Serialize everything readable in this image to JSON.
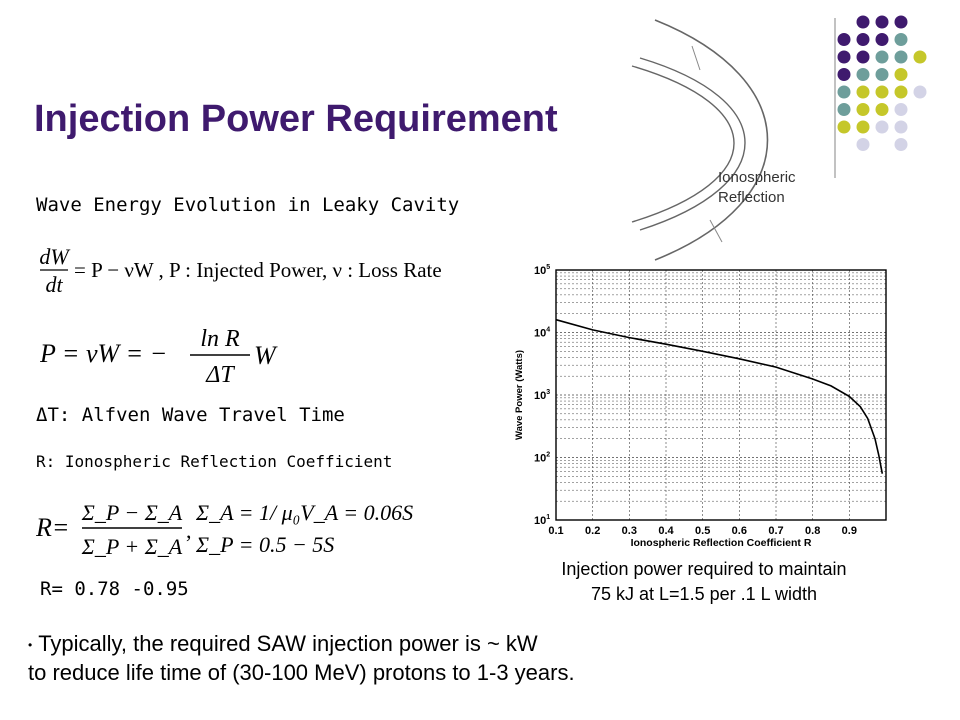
{
  "slide": {
    "title": "Injection Power Requirement",
    "subtitle": "Wave Energy Evolution in Leaky Cavity",
    "delta_t_text": "ΔT: Alfven Wave Travel Time",
    "r_text": "R: Ionospheric Reflection Coefficient",
    "r_range": "R= 0.78 -0.95",
    "ionospheric_label_line1": "Ionospheric",
    "ionospheric_label_line2": "Reflection",
    "caption_line1": "Injection power required to maintain",
    "caption_line2": "75 kJ at L=1.5 per .1 L width",
    "bullet_line1": "Typically, the required SAW injection power is    ~ kW",
    "bullet_line2": "to reduce life time of (30-100 MeV) protons to 1-3 years."
  },
  "equations": {
    "eq1_dW": "dW",
    "eq1_dt": "dt",
    "eq1_rhs": "= P − νW , P : Injected Power, ν : Loss Rate",
    "eq2_lhs": "P = νW = −",
    "eq2_num": "ln R",
    "eq2_den": "ΔT",
    "eq2_w": "W",
    "eq3_lhs": "R=",
    "eq3_num": "Σ_P − Σ_A",
    "eq3_den": "Σ_P + Σ_A",
    "eq3_comma": ",",
    "eq3_line1": "Σ_A = 1/ μ₀V_A = 0.06S",
    "eq3_line2": "Σ_P = 0.5 − 5S"
  },
  "colors": {
    "title": "#3f1a6e",
    "purple": "#3f1a6e",
    "teal": "#6e9e9b",
    "yellow": "#c5c72a",
    "lavender": "#d3d3e6"
  },
  "chart_data": {
    "type": "line",
    "xlabel": "Ionospheric Reflection Coefficient R",
    "ylabel": "Wave Power (Watts)",
    "xlim": [
      0.1,
      1.0
    ],
    "ylim": [
      10,
      100000
    ],
    "yscale": "log",
    "x_ticks": [
      "0.1",
      "0.2",
      "0.3",
      "0.4",
      "0.5",
      "0.6",
      "0.7",
      "0.8",
      "0.9"
    ],
    "y_ticks": [
      "10^1",
      "10^2",
      "10^3",
      "10^4",
      "10^5"
    ],
    "grid": true,
    "series": [
      {
        "x": [
          0.1,
          0.2,
          0.3,
          0.4,
          0.5,
          0.6,
          0.7,
          0.8,
          0.85,
          0.9,
          0.93,
          0.95,
          0.97,
          0.98,
          0.99
        ],
        "values": [
          16000,
          11000,
          8300,
          6500,
          5000,
          3800,
          2800,
          1800,
          1400,
          950,
          650,
          420,
          200,
          110,
          55
        ]
      }
    ]
  }
}
